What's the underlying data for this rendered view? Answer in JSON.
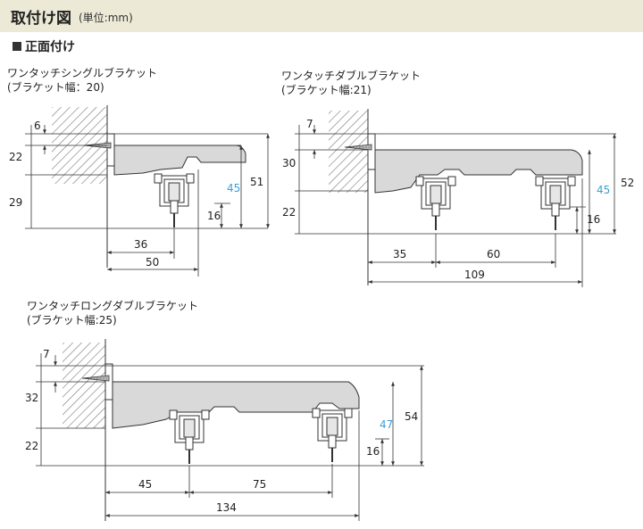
{
  "header": {
    "title": "取付け図",
    "unit": "(単位:mm)"
  },
  "section": {
    "label": "正面付け"
  },
  "diagrams": [
    {
      "name": "ワンタッチシングルブラケット",
      "width_note": "(ブラケット幅：20)",
      "dims": {
        "top": "6",
        "upper": "22",
        "lower": "29",
        "inner": "36",
        "total": "50",
        "rail": "45",
        "height": "51",
        "bottom": "16"
      }
    },
    {
      "name": "ワンタッチダブルブラケット",
      "width_note": "(ブラケット幅:21)",
      "dims": {
        "top": "7",
        "upper": "30",
        "lower": "22",
        "left": "35",
        "mid": "60",
        "total": "109",
        "rail": "45",
        "height": "52",
        "bottom": "16"
      }
    },
    {
      "name": "ワンタッチロングダブルブラケット",
      "width_note": "(ブラケット幅:25)",
      "dims": {
        "top": "7",
        "upper": "32",
        "lower": "22",
        "left": "45",
        "mid": "75",
        "total": "134",
        "rail": "47",
        "height": "54",
        "bottom": "16"
      }
    }
  ],
  "colors": {
    "header_bg": "#ece9d6",
    "bracket_fill": "#d9d9d9",
    "line": "#333333",
    "accent_dim": "#39a0d6"
  }
}
